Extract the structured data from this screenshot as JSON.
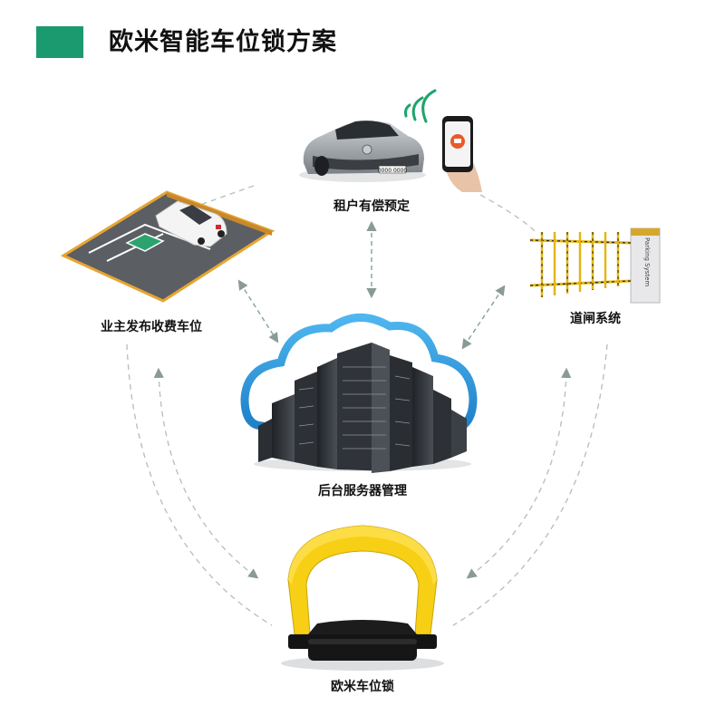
{
  "title": "欧米智能车位锁方案",
  "colors": {
    "accent": "#1a9a6e",
    "arrow": "#8a9a96",
    "lock_yellow": "#f7cf14",
    "cloud_blue": "#2f9de0"
  },
  "nodes": {
    "tenant": {
      "label": "租户有偿预定",
      "icon": "car-and-phone-icon",
      "plate": "0000 0000"
    },
    "owner": {
      "label": "业主发布收费车位",
      "icon": "parking-space-icon"
    },
    "gate": {
      "label": "道闸系统",
      "icon": "barrier-gate-icon",
      "gate_text": "Parking System"
    },
    "server": {
      "label": "后台服务器管理",
      "icon": "cloud-server-icon"
    },
    "lock": {
      "label": "欧米车位锁",
      "icon": "parking-lock-icon"
    }
  }
}
